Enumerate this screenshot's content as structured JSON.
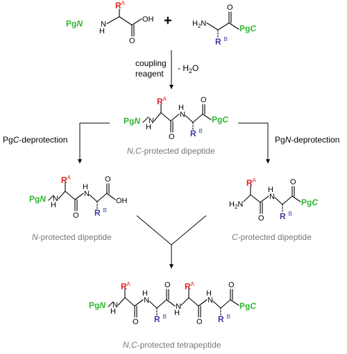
{
  "colors": {
    "pgN": "#2fb52f",
    "pgC": "#2fb52f",
    "rA": "#e02020",
    "rB": "#3a3aa0",
    "caption": "#777777"
  },
  "atoms": {
    "pg": "Pg",
    "N": "N",
    "C": "C",
    "H": "H",
    "OH": "OH",
    "O": "O",
    "H2N": "H2N",
    "R": "R",
    "A": "A",
    "B": "B"
  },
  "reaction": {
    "plus": "+",
    "coupling_line1": "coupling",
    "coupling_line2": "reagent",
    "water_loss": "- H2O"
  },
  "steps": {
    "left_label": "PgC-deprotection",
    "left_pg": "Pg",
    "left_c": "C",
    "left_rest": "-deprotection",
    "right_pg": "Pg",
    "right_n": "N",
    "right_rest": "-deprotection"
  },
  "captions": {
    "dipeptide_ital": "N,C",
    "dipeptide_rest": "-protected dipeptide",
    "n_ital": "N",
    "n_rest": "-protected dipeptide",
    "c_ital": "C",
    "c_rest": "-protected dipeptide",
    "tetra_ital": "N,C",
    "tetra_rest": "-protected tetrapeptide"
  }
}
